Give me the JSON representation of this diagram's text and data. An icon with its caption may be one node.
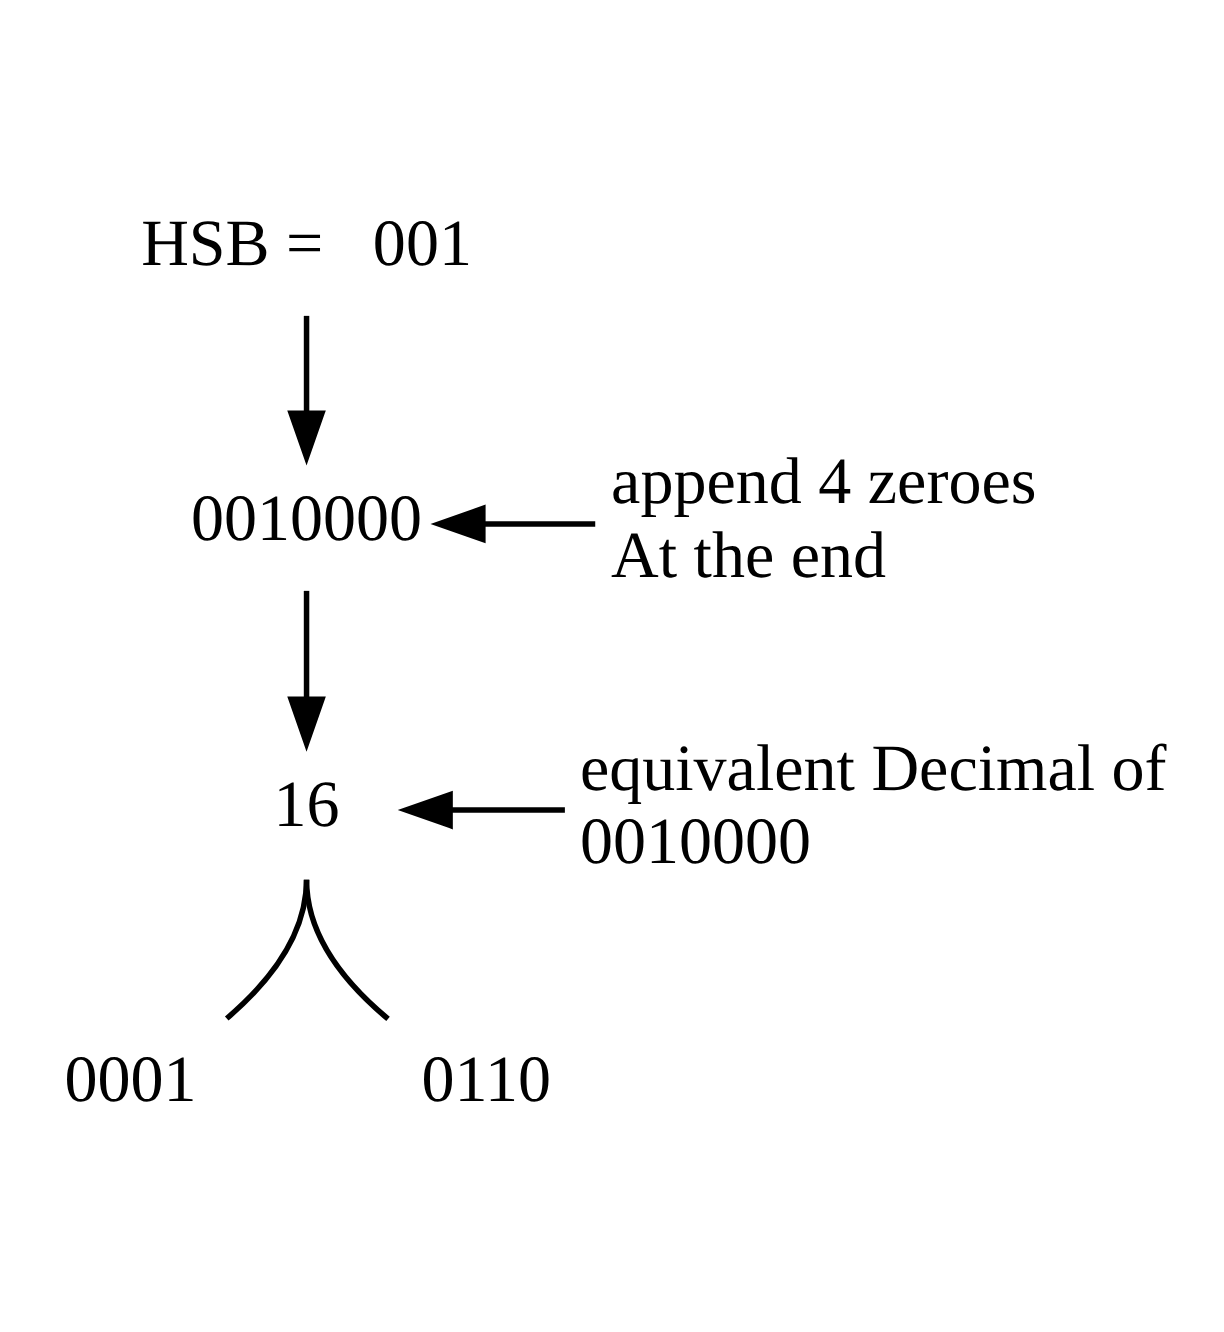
{
  "diagram": {
    "nodes": [
      {
        "text": [
          "HSB =   001"
        ]
      },
      {
        "text": [
          "0010000"
        ]
      },
      {
        "text": [
          "append 4 zeroes At the end"
        ]
      },
      {
        "text": [
          "16"
        ]
      },
      {
        "text": [
          "equivalent Decimal of 0010000"
        ]
      },
      {
        "text": [
          "0001"
        ]
      },
      {
        "text": [
          "0110"
        ]
      }
    ],
    "edges": [
      {
        "from": 0,
        "to": 1,
        "arrow": "to"
      },
      {
        "from": 2,
        "to": 1,
        "arrow": "to"
      },
      {
        "from": 1,
        "to": 3,
        "arrow": "to"
      },
      {
        "from": 4,
        "to": 3,
        "arrow": "to"
      },
      {
        "from": 3,
        "to": 5,
        "arrow": "none"
      },
      {
        "from": 3,
        "to": 6,
        "arrow": "none"
      }
    ]
  }
}
